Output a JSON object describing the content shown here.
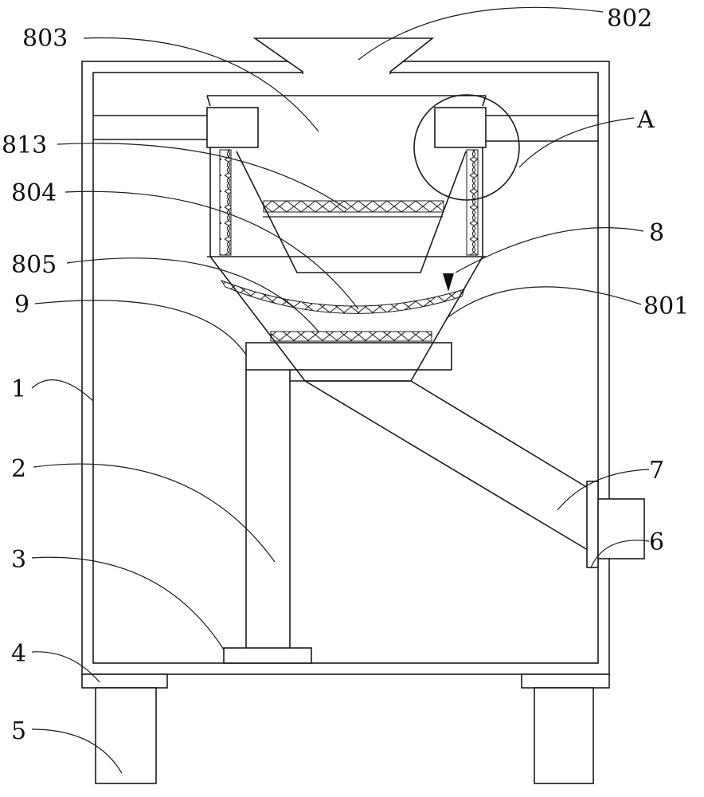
{
  "labels": {
    "l803": "803",
    "l802": "802",
    "lA": "A",
    "l813": "813",
    "l804": "804",
    "l8": "8",
    "l805": "805",
    "l801": "801",
    "l9": "9",
    "l1": "1",
    "l2": "2",
    "l7": "7",
    "l3": "3",
    "l6": "6",
    "l4": "4",
    "l5": "5"
  }
}
